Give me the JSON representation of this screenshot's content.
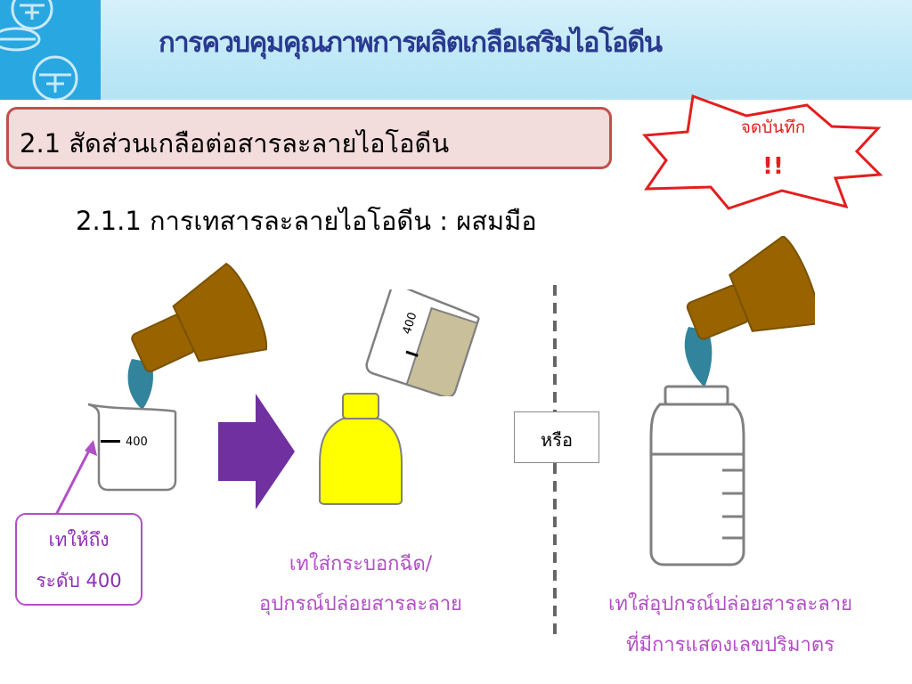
{
  "header": {
    "title": "การควบคุมคุณภาพการผลิตเกลือเสริมไอโอดีน"
  },
  "section": {
    "label": "2.1 สัดส่วนเกลือต่อสารละลายไอโอดีน"
  },
  "subsection": {
    "label": "2.1.1 การเทสารละลายไอโอดีน : ผสมมือ"
  },
  "note_sticker": {
    "text": "จดบันทึก",
    "mark": "!!"
  },
  "beaker_left": {
    "scale_label": "400"
  },
  "beaker_tilted": {
    "scale_label": "400"
  },
  "callout": {
    "line1": "เทให้ถึง",
    "line2": "ระดับ 400"
  },
  "caption_middle": {
    "line1": "เทใส่กระบอกฉีด/",
    "line2": "อุปกรณ์ปล่อยสารละลาย"
  },
  "or_label": "หรือ",
  "caption_right": {
    "line1": "เทใส่อุปกรณ์ปล่อยสารละลาย",
    "line2": "ที่มีการแสดงเลขปริมาตร"
  },
  "colors": {
    "title": "#2a3a8f",
    "section_border": "#c0504d",
    "section_fill": "#f2dcdc",
    "bottle": "#996300",
    "liquid": "#31849b",
    "arrow": "#7030a0",
    "spray_bottle": "#ffff00",
    "callout": "#b14fc5",
    "sticker": "#e31e1e"
  }
}
